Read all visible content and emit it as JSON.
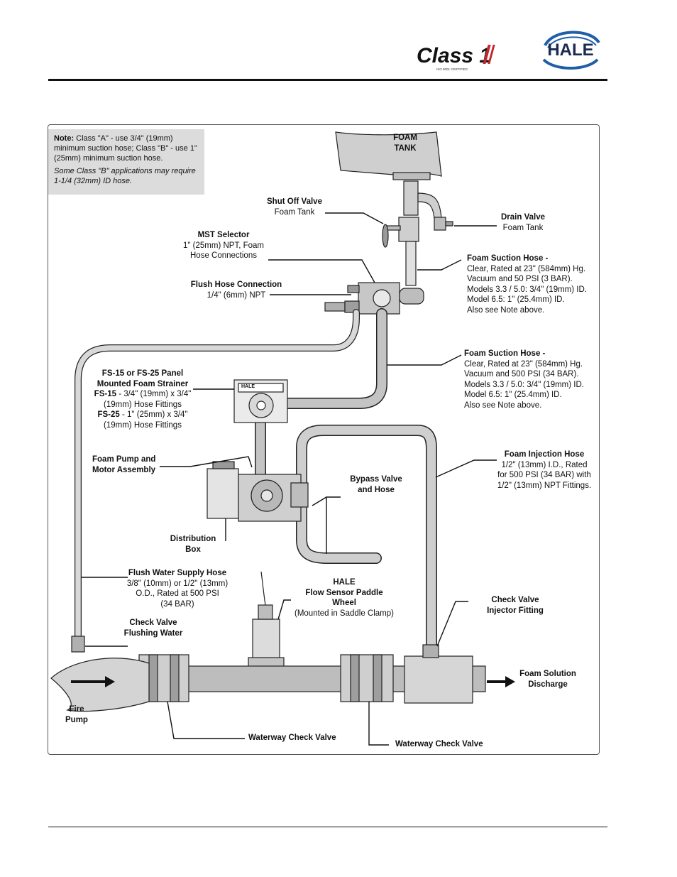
{
  "header": {
    "class1_logo_text": "Class 1",
    "class1_tagline": "ISO 9001 CERTIFIED",
    "hale_logo_text": "HALE"
  },
  "note": {
    "label": "Note:",
    "text": "Class \"A\" - use 3/4\" (19mm) minimum suction hose;  Class \"B\" - use 1\" (25mm) minimum suction hose.",
    "italic": "Some Class \"B\" applications may require 1-1/4 (32mm) ID hose."
  },
  "labels": {
    "foam_tank": [
      "FOAM",
      "TANK"
    ],
    "shut_off_valve": {
      "title": "Shut Off Valve",
      "sub": "Foam Tank"
    },
    "drain_valve": {
      "title": "Drain Valve",
      "sub": "Foam Tank"
    },
    "mst_selector": {
      "title": "MST Selector",
      "lines": [
        "1\" (25mm) NPT, Foam",
        "Hose Connections"
      ]
    },
    "flush_hose_connection": {
      "title": "Flush Hose Connection",
      "sub": "1/4\" (6mm) NPT"
    },
    "foam_suction_hose_1": {
      "title": "Foam Suction Hose -",
      "lines": [
        "Clear, Rated at 23\" (584mm) Hg.",
        "Vacuum and 50 PSI (3 BAR).",
        "Models 3.3 / 5.0: 3/4\" (19mm) ID.",
        "Model 6.5: 1\" (25.4mm) ID.",
        "Also see Note above."
      ]
    },
    "foam_suction_hose_2": {
      "title": "Foam Suction Hose -",
      "lines": [
        "Clear, Rated at 23\" (584mm) Hg.",
        "Vacuum and 500 PSI (34 BAR).",
        "Models 3.3 / 5.0: 3/4\" (19mm) ID.",
        "Model 6.5: 1\" (25.4mm) ID.",
        "Also see Note above."
      ]
    },
    "strainer": {
      "lines_bold": [
        "FS-15 or FS-25 Panel",
        "Mounted Foam Strainer"
      ],
      "fs15_bold": "FS-15",
      "fs15": " - 3/4\" (19mm) x 3/4\"",
      "fs15_2": "(19mm) Hose Fittings",
      "fs25_bold": "FS-25",
      "fs25": " - 1\" (25mm) x 3/4\"",
      "fs25_2": "(19mm) Hose Fittings"
    },
    "foam_pump": [
      "Foam Pump and",
      "Motor Assembly"
    ],
    "bypass_valve": [
      "Bypass Valve",
      "and Hose"
    ],
    "foam_injection_hose": {
      "title": "Foam Injection Hose",
      "lines": [
        "1/2\" (13mm) I.D., Rated",
        "for 500 PSI (34 BAR) with",
        "1/2\" (13mm) NPT Fittings."
      ]
    },
    "distribution_box": [
      "Distribution",
      "Box"
    ],
    "flush_water_supply": {
      "title": "Flush Water Supply Hose",
      "lines": [
        "3/8\" (10mm) or 1/2\" (13mm)",
        "O.D., Rated at 500 PSI",
        "(34 BAR)"
      ]
    },
    "flow_sensor": {
      "title1": "HALE",
      "title2": "Flow Sensor Paddle",
      "title3": "Wheel",
      "sub": "(Mounted in Saddle Clamp)"
    },
    "check_valve_injector": [
      "Check Valve",
      "Injector Fitting"
    ],
    "check_valve_flushing": [
      "Check Valve",
      "Flushing Water"
    ],
    "fire_pump": [
      "Fire",
      "Pump"
    ],
    "foam_solution_discharge": [
      "Foam Solution",
      "Discharge"
    ],
    "waterway_check_valve_1": "Waterway Check Valve",
    "waterway_check_valve_2": "Waterway Check Valve",
    "strainer_plate_text": "HALE"
  }
}
